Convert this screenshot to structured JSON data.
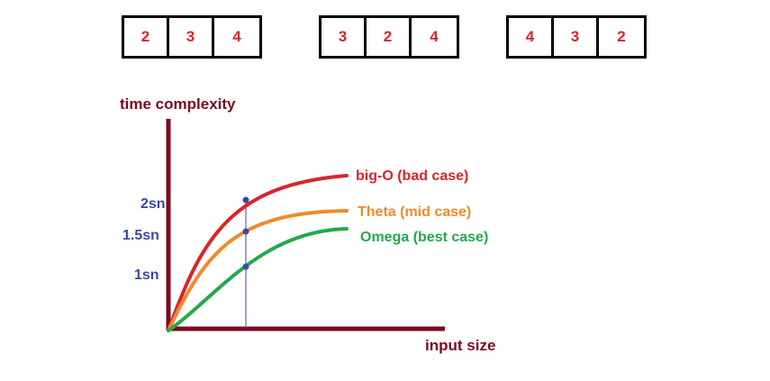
{
  "arrays": [
    [
      "2",
      "3",
      "4"
    ],
    [
      "3",
      "2",
      "4"
    ],
    [
      "4",
      "3",
      "2"
    ]
  ],
  "axes": {
    "y_label": "time complexity",
    "x_label": "input size",
    "y_ticks": [
      "2sn",
      "1.5sn",
      "1sn"
    ]
  },
  "curves": [
    {
      "name": "big-O (bad case)",
      "color": "#d9242a"
    },
    {
      "name": "Theta (mid case)",
      "color": "#f08a2c"
    },
    {
      "name": "Omega (best case)",
      "color": "#23a94c"
    }
  ],
  "colors": {
    "axis": "#7a0a22",
    "guide": "#3a4aa3",
    "cell_text": "#d9242a"
  }
}
